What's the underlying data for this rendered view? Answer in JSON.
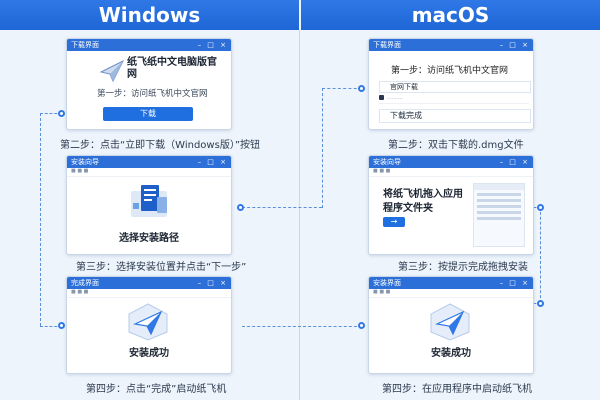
{
  "columns": {
    "left": "Windows",
    "right": "macOS"
  },
  "win_steps": {
    "download": {
      "title": "下载界面",
      "headline": "纸飞纸中文电脑版官网",
      "step": "第一步：访问纸飞机中文官网",
      "button": "下载",
      "caption": "第二步：点击“立即下载（Windows版）”按钮"
    },
    "install": {
      "title": "安装向导",
      "headline": "选择安装路径",
      "caption": "第三步：选择安装位置并点击“下一步”"
    },
    "done": {
      "title": "完成界面",
      "headline": "安装成功",
      "caption": "第四步：点击“完成”启动纸飞机"
    }
  },
  "mac_steps": {
    "download": {
      "title": "下载界面",
      "step": "第一步：访问纸飞机中文官网",
      "item": "官网下载",
      "done": "下载完成",
      "caption": "第二步：双击下载的.dmg文件"
    },
    "install": {
      "title": "安装向导",
      "headline_line1": "将纸飞机拖入应用",
      "headline_line2": "程序文件夹",
      "arrow": "→",
      "caption": "第三步：按提示完成拖拽安装"
    },
    "done": {
      "title": "安装界面",
      "headline": "安装成功",
      "caption": "第四步：在应用程序中启动纸飞机"
    }
  },
  "window_controls": "– □ ×",
  "colors": {
    "accent": "#2f78e6",
    "titlebar": "#2c6fd9",
    "background": "#eef4fb"
  }
}
